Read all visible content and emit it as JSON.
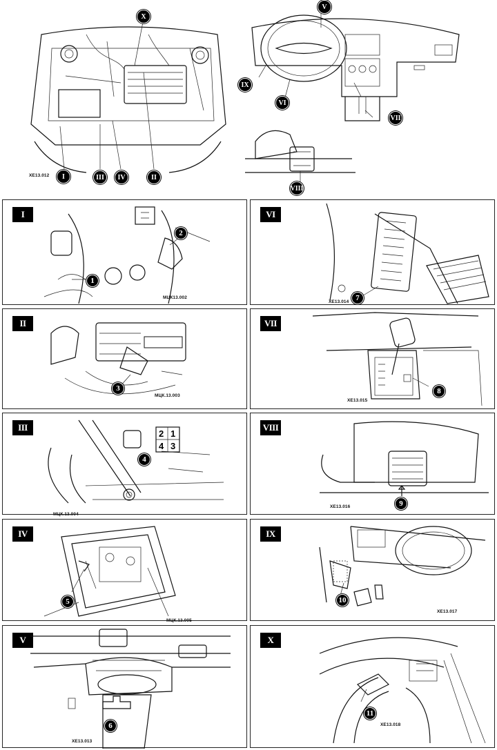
{
  "overview": {
    "engine_code": "XE13.012",
    "engine_callouts": [
      "X",
      "I",
      "III",
      "IV",
      "II"
    ],
    "cabin_callouts": [
      "V",
      "IX",
      "VI",
      "VII"
    ],
    "seat_callout": "VIII"
  },
  "panels": [
    {
      "id": "I",
      "code": "МЦК13.002",
      "callouts": [
        "1",
        "2"
      ]
    },
    {
      "id": "VI",
      "code": "XE13.014",
      "callouts": [
        "7"
      ]
    },
    {
      "id": "II",
      "code": "МЦК.13.003",
      "callouts": [
        "3"
      ]
    },
    {
      "id": "VII",
      "code": "XE13.015",
      "callouts": [
        "8"
      ]
    },
    {
      "id": "III",
      "code": "МЦК.13.004",
      "callouts": [
        "4"
      ],
      "connector_pins": [
        "2",
        "1",
        "4",
        "3"
      ]
    },
    {
      "id": "VIII",
      "code": "XE13.016",
      "callouts": [
        "9"
      ]
    },
    {
      "id": "IV",
      "code": "МЦК.13.005",
      "callouts": [
        "5"
      ]
    },
    {
      "id": "IX",
      "code": "XE13.017",
      "callouts": [
        "10"
      ]
    },
    {
      "id": "V",
      "code": "XE13.013",
      "callouts": [
        "6"
      ]
    },
    {
      "id": "X",
      "code": "XE13.018",
      "callouts": [
        "11"
      ]
    }
  ]
}
